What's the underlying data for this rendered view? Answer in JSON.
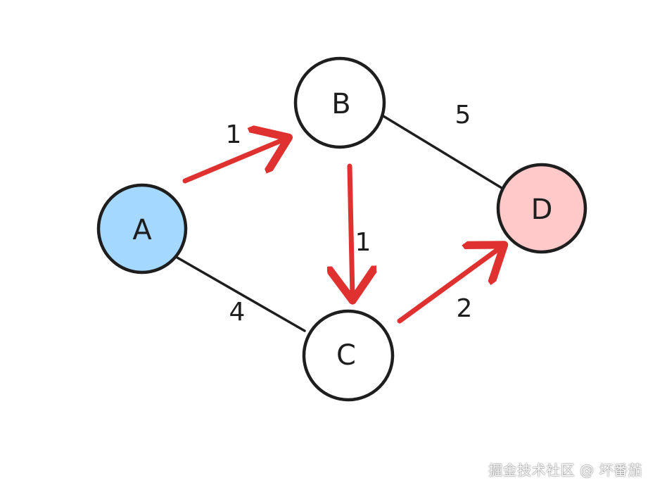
{
  "graph": {
    "nodes": [
      {
        "id": "A",
        "label": "A",
        "fill": "#a5d8ff"
      },
      {
        "id": "B",
        "label": "B",
        "fill": "#ffffff"
      },
      {
        "id": "C",
        "label": "C",
        "fill": "#ffffff"
      },
      {
        "id": "D",
        "label": "D",
        "fill": "#ffc9c9"
      }
    ],
    "edges": [
      {
        "from": "A",
        "to": "B",
        "weight": "1",
        "highlighted": true
      },
      {
        "from": "B",
        "to": "C",
        "weight": "1",
        "highlighted": true
      },
      {
        "from": "C",
        "to": "D",
        "weight": "2",
        "highlighted": true
      },
      {
        "from": "B",
        "to": "D",
        "weight": "5",
        "highlighted": false
      },
      {
        "from": "A",
        "to": "C",
        "weight": "4",
        "highlighted": false
      }
    ]
  },
  "colors": {
    "outline": "#1e1e1e",
    "highlight_arrow": "#e03131",
    "plain_edge": "#1e1e1e"
  },
  "watermark": "掘金技术社区 @ 坏番茄"
}
